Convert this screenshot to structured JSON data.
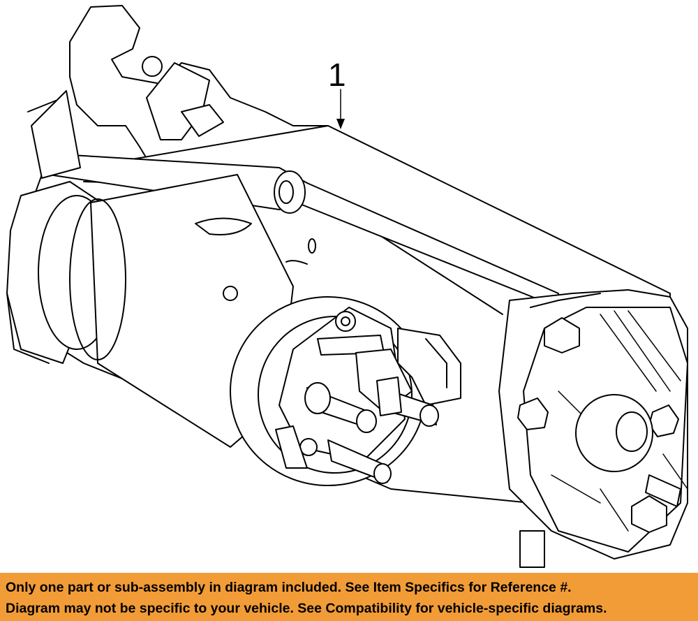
{
  "diagram": {
    "callouts": [
      {
        "label": "1"
      }
    ]
  },
  "banner": {
    "color": "#f29c38",
    "line1": "Only one part or sub-assembly in diagram included. See Item Specifics for Reference #.",
    "line2": "Diagram may not be specific to your vehicle. See Compatibility for vehicle-specific diagrams."
  }
}
